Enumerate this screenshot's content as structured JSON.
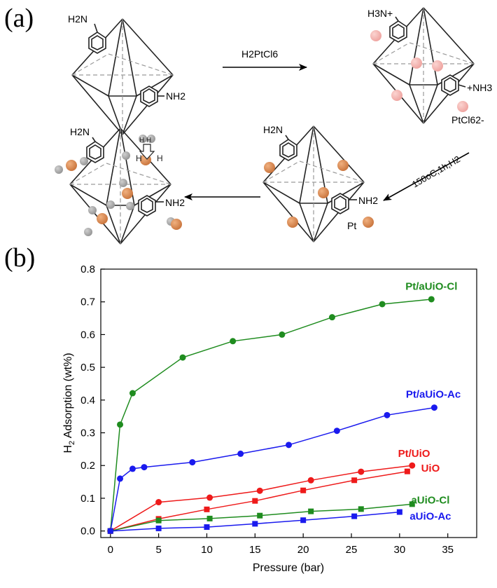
{
  "panel_a": {
    "label": "(a)",
    "arrow1_reagent": "H2PtCl6",
    "arrow2_condition": "150oC,1h,H2",
    "amine_label": "H2N",
    "amine_label_right": "NH2",
    "ammonium_left": "H3N+",
    "ammonium_right": "+NH3",
    "counter_ion": "PtCl62-",
    "pt_label": "Pt",
    "h2_label": "H H",
    "colors": {
      "pt": "#d8874f",
      "pt_salt": "#f4b6b3",
      "h_atom": "#a9a9a9"
    }
  },
  "panel_b": {
    "label": "(b)",
    "chart_data": {
      "type": "line",
      "xlabel": "Pressure (bar)",
      "ylabel": "H2 Adsorption (wt%)",
      "xlim": [
        -1,
        38
      ],
      "ylim": [
        -0.02,
        0.8
      ],
      "xticks": [
        0,
        5,
        10,
        15,
        20,
        25,
        30,
        35
      ],
      "yticks": [
        0.0,
        0.1,
        0.2,
        0.3,
        0.4,
        0.5,
        0.6,
        0.7,
        0.8
      ],
      "grid": false,
      "series": [
        {
          "name": "Pt/aUiO-Cl",
          "color": "#1f8c1f",
          "marker": "circle",
          "x": [
            0,
            1,
            2.3,
            7.5,
            12.7,
            17.8,
            23,
            28.2,
            33.3
          ],
          "y": [
            0,
            0.325,
            0.421,
            0.53,
            0.58,
            0.6,
            0.653,
            0.693,
            0.708
          ]
        },
        {
          "name": "Pt/aUiO-Ac",
          "color": "#1a1aee",
          "marker": "circle",
          "x": [
            0,
            1,
            2.3,
            3.5,
            8.5,
            13.5,
            18.5,
            23.5,
            28.7,
            33.6
          ],
          "y": [
            0,
            0.16,
            0.19,
            0.195,
            0.21,
            0.236,
            0.263,
            0.306,
            0.354,
            0.377
          ]
        },
        {
          "name": "Pt/UiO",
          "color": "#ee1a1a",
          "marker": "circle",
          "x": [
            0,
            5,
            10.3,
            15.5,
            20.8,
            26,
            31.3
          ],
          "y": [
            0,
            0.088,
            0.102,
            0.123,
            0.155,
            0.181,
            0.2
          ]
        },
        {
          "name": "UiO",
          "color": "#ee1a1a",
          "marker": "square",
          "x": [
            0,
            5,
            10,
            15,
            20,
            25.3,
            30.8
          ],
          "y": [
            0,
            0.037,
            0.066,
            0.092,
            0.124,
            0.155,
            0.182
          ]
        },
        {
          "name": "aUiO-Cl",
          "color": "#1f8c1f",
          "marker": "square",
          "x": [
            0,
            5,
            10.3,
            15.5,
            20.8,
            26,
            31.3
          ],
          "y": [
            0,
            0.032,
            0.038,
            0.047,
            0.06,
            0.067,
            0.082
          ]
        },
        {
          "name": "aUiO-Ac",
          "color": "#1a1aee",
          "marker": "square",
          "x": [
            0,
            5,
            10,
            15,
            20,
            25.3,
            30
          ],
          "y": [
            0,
            0.008,
            0.012,
            0.022,
            0.033,
            0.045,
            0.058
          ]
        }
      ],
      "annotations": [
        {
          "text": "Pt/aUiO-Cl",
          "x": 33.3,
          "y": 0.748,
          "color": "#1f8c1f"
        },
        {
          "text": "Pt/aUiO-Ac",
          "x": 33.5,
          "y": 0.418,
          "color": "#1a1aee"
        },
        {
          "text": "Pt/UiO",
          "x": 31.5,
          "y": 0.237,
          "color": "#ee1a1a"
        },
        {
          "text": "UiO",
          "x": 33.2,
          "y": 0.192,
          "color": "#ee1a1a"
        },
        {
          "text": "aUiO-Cl",
          "x": 33.2,
          "y": 0.095,
          "color": "#1f8c1f"
        },
        {
          "text": "aUiO-Ac",
          "x": 33.2,
          "y": 0.045,
          "color": "#1a1aee"
        }
      ]
    }
  }
}
